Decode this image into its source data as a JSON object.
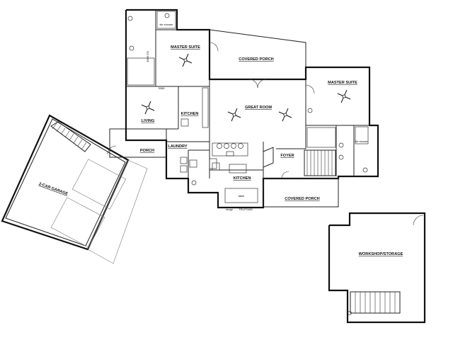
{
  "rooms": {
    "master_suite_left": "MASTER SUITE",
    "covered_porch_top": "COVERED PORCH",
    "master_suite_right": "MASTER SUITE",
    "great_room": "GREAT ROOM",
    "kitchen_upper": "KITCHEN",
    "living": "LIVING",
    "porch": "PORCH",
    "laundry": "LAUNDRY",
    "kitchen_main": "KITCHEN",
    "foyer": "FOYER",
    "covered_porch_bottom": "COVERED PORCH",
    "garage": "2-CAR GARAGE",
    "workshop": "WORKSHOP/STORAGE"
  },
  "notes": {
    "tile_shower_left": "tile shower",
    "tile_shower_right": "tile shower",
    "closet_code": "3068 CO",
    "door_code": "3068",
    "window_code": "TRUP2480",
    "range": "range",
    "table": "table"
  }
}
